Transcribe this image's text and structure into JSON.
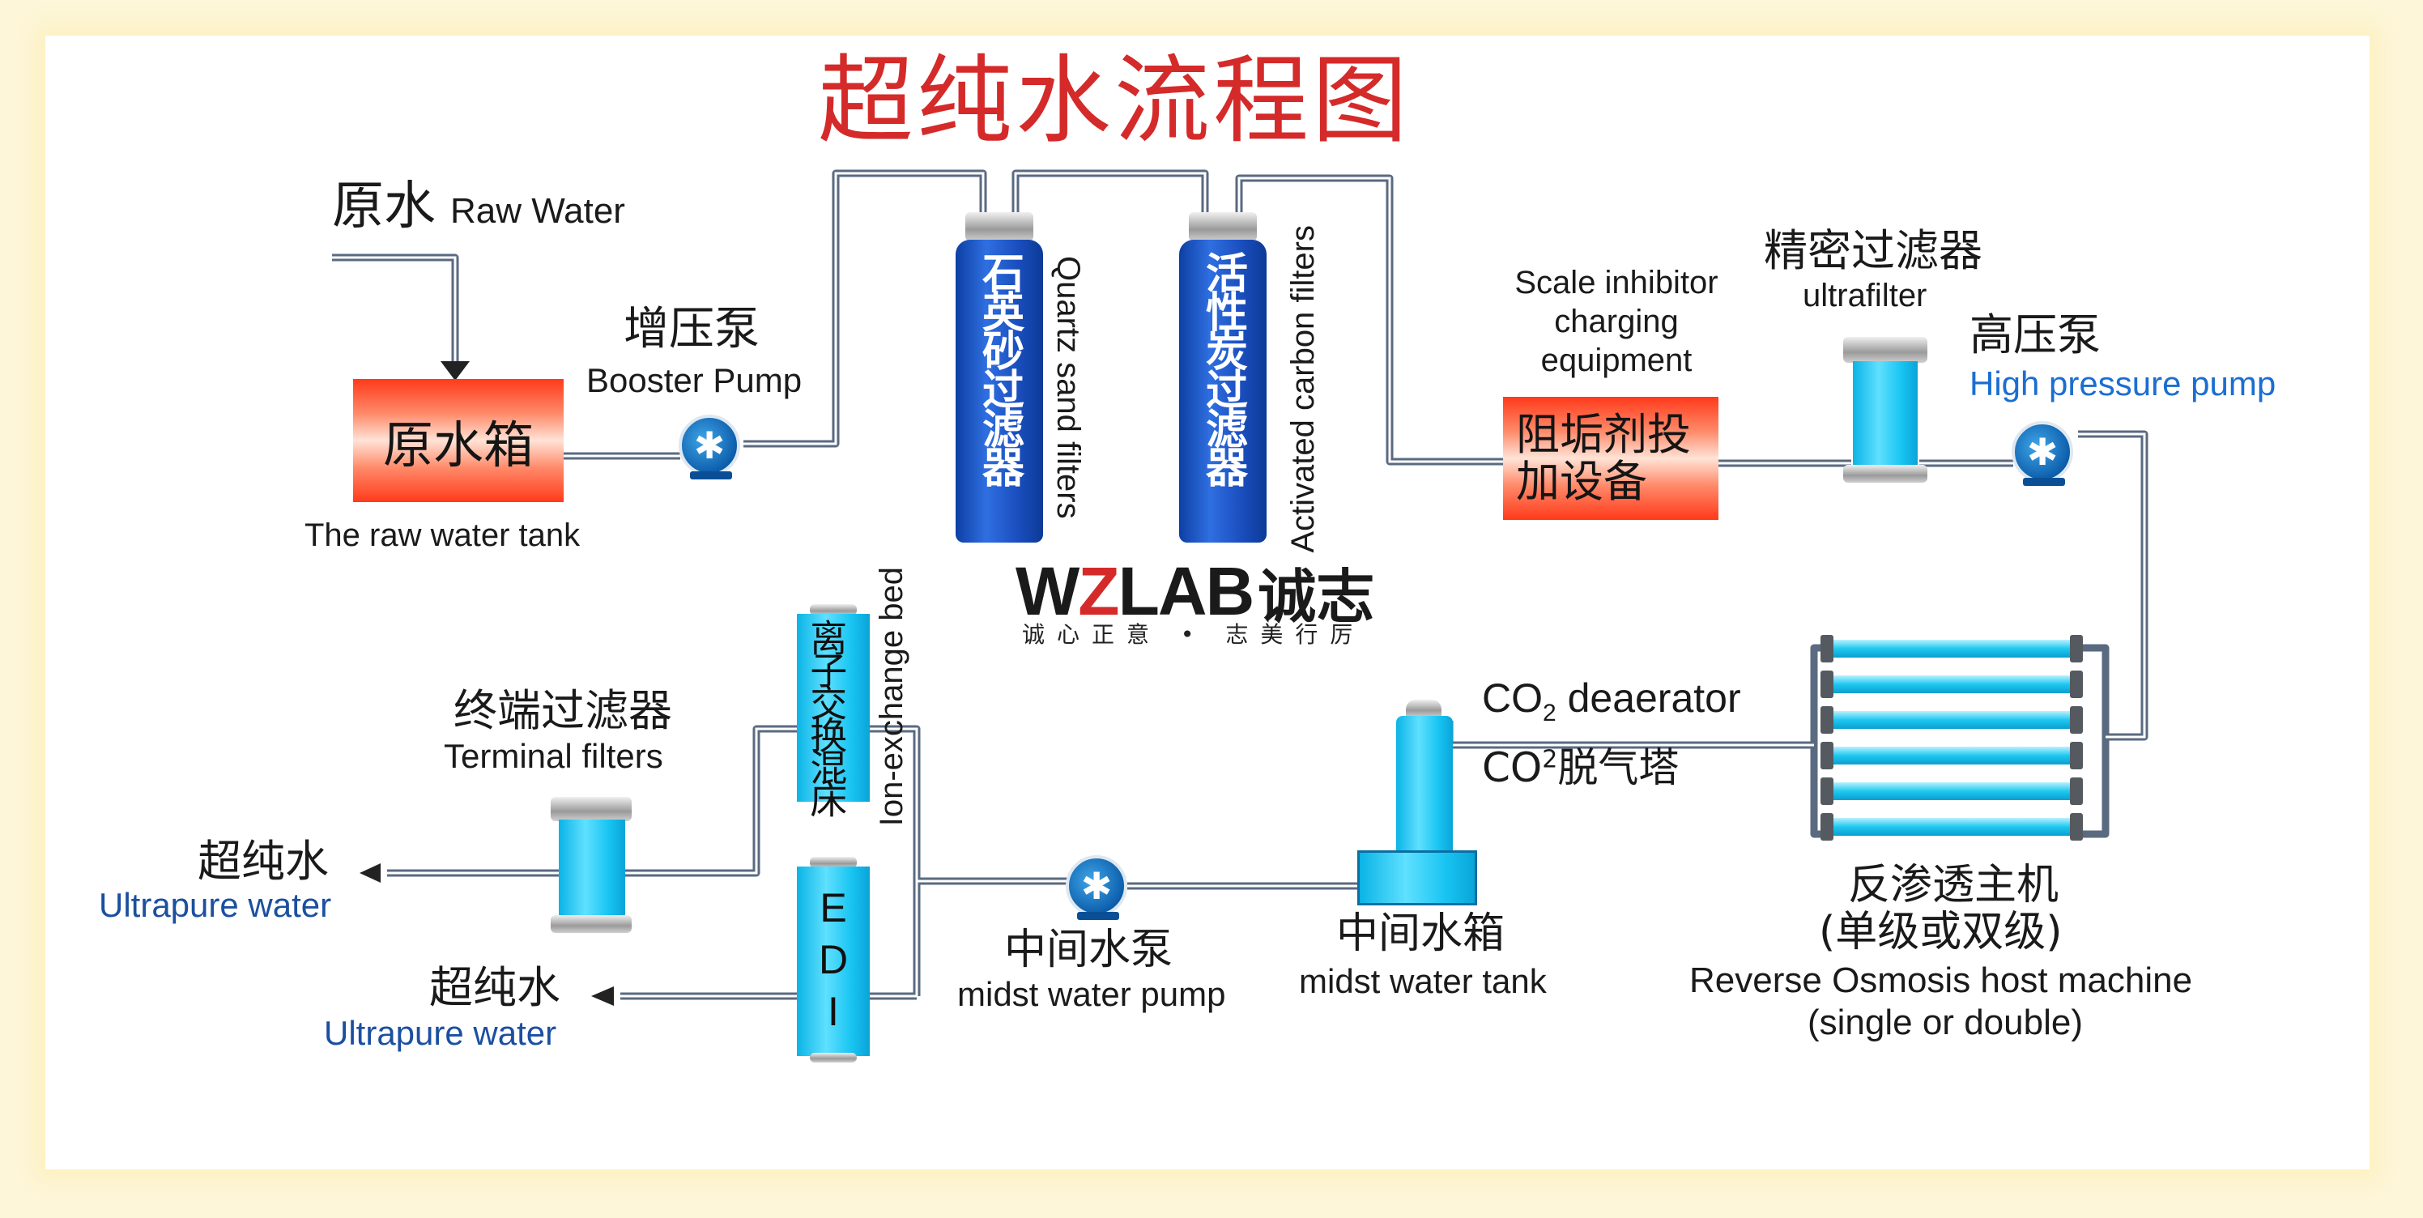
{
  "title": "超纯水流程图",
  "raw_water": {
    "zh": "原水",
    "en": "Raw Water"
  },
  "booster_pump": {
    "zh": "增压泵",
    "en": "Booster Pump"
  },
  "raw_tank": {
    "zh": "原水箱",
    "en": "The raw water tank"
  },
  "quartz_filter": {
    "zh": "石英砂过滤器",
    "en": "Quartz sand filters"
  },
  "carbon_filter": {
    "zh": "活性炭过滤器",
    "en": "Activated carbon filters"
  },
  "scale_inhibitor": {
    "en_line1": "Scale inhibitor",
    "en_line2": "charging",
    "en_line3": "equipment",
    "zh_line1": "阻垢剂投",
    "zh_line2": "加设备"
  },
  "ultrafilter": {
    "zh": "精密过滤器",
    "en": "ultrafilter"
  },
  "high_pressure_pump": {
    "zh": "高压泵",
    "en": "High pressure pump"
  },
  "ro_machine": {
    "zh_line1": "反渗透主机",
    "zh_line2": "(单级或双级)",
    "en_line1": "Reverse Osmosis host machine",
    "en_line2": "(single or double)"
  },
  "co2_deaerator": {
    "en_prefix": "CO",
    "en_sub": "2",
    "en_suffix": " deaerator",
    "zh_prefix": "CO",
    "zh_sup": "2",
    "zh_suffix": "脱气塔"
  },
  "midst_tank": {
    "zh": "中间水箱",
    "en": "midst water tank"
  },
  "midst_pump": {
    "zh": "中间水泵",
    "en": "midst water pump"
  },
  "ion_exchange": {
    "zh": "离子交换混床",
    "en": "Ion-exchange bed"
  },
  "edi": {
    "letters": [
      "E",
      "D",
      "I"
    ]
  },
  "terminal_filter": {
    "zh": "终端过滤器",
    "en": "Terminal filters"
  },
  "outlet_1": {
    "zh": "超纯水",
    "en": "Ultrapure water"
  },
  "outlet_2": {
    "zh": "超纯水",
    "en": "Ultrapure water"
  },
  "logo": {
    "w": "W",
    "z": "Z",
    "rest": "LAB",
    "han": "诚志",
    "slogan": "诚心正意 • 志美行厉"
  },
  "colors": {
    "title_red": "#d42a2a",
    "vessel_blue": "#1b4fc0",
    "cyan": "#18c4f2",
    "pipe": "#5a6a80"
  }
}
